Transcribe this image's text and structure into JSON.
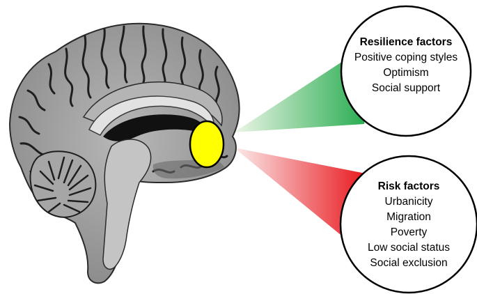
{
  "resilience": {
    "title": "Resilience factors",
    "items": [
      "Positive coping styles",
      "Optimism",
      "Social support"
    ],
    "cone_color_light": "#eef6e8",
    "cone_color_dark": "#1ca847"
  },
  "risk": {
    "title": "Risk factors",
    "items": [
      "Urbanicity",
      "Migration",
      "Poverty",
      "Low social status",
      "Social exclusion"
    ],
    "cone_color_light": "#fbecec",
    "cone_color_dark": "#e8141a"
  },
  "brain": {
    "region_color": "#ffff00",
    "tissue_color": "#9a9a9a",
    "sulcus_color": "#1e1e1e"
  }
}
